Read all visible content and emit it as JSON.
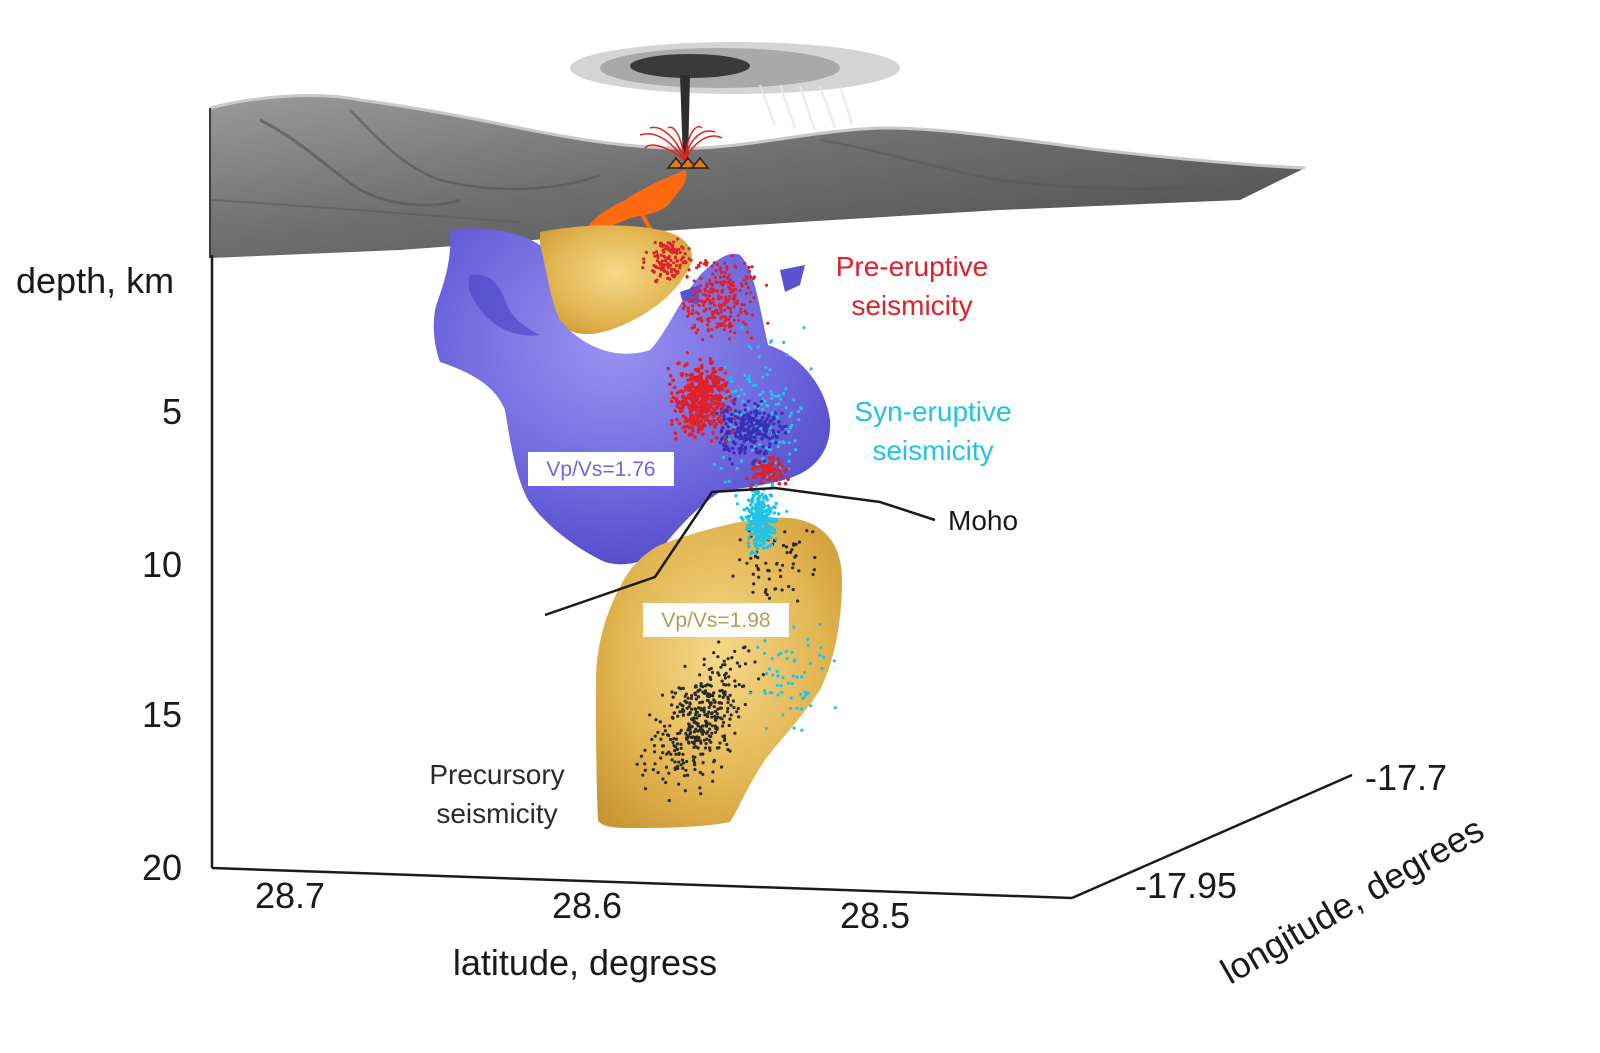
{
  "diagram": {
    "depth_axis": {
      "title": "depth, km",
      "ticks": [
        "5",
        "10",
        "15",
        "20"
      ]
    },
    "latitude_axis": {
      "title": "latitude, degress",
      "ticks": [
        "28.7",
        "28.6",
        "28.5"
      ]
    },
    "longitude_axis": {
      "title": "longitude, degrees",
      "ticks": [
        "-17.95",
        "-17.7"
      ]
    },
    "annotations": {
      "pre_eruptive": {
        "line1": "Pre-eruptive",
        "line2": "seismicity",
        "color": "#e0202a"
      },
      "syn_eruptive": {
        "line1": "Syn-eruptive",
        "line2": "seismicity",
        "color": "#22c3e8"
      },
      "precursory": {
        "line1": "Precursory",
        "line2": "seismicity",
        "color": "#2a2a2a"
      },
      "moho": "Moho"
    },
    "bodies": {
      "blue": {
        "label": "Vp/Vs=1.76",
        "color": "#6e66e0"
      },
      "gold": {
        "label": "Vp/Vs=1.98",
        "color": "#e5b955"
      }
    },
    "colors": {
      "terrain": "#7d7d7d",
      "lava": "#ff6a10",
      "axis": "#1a1a1a"
    }
  }
}
